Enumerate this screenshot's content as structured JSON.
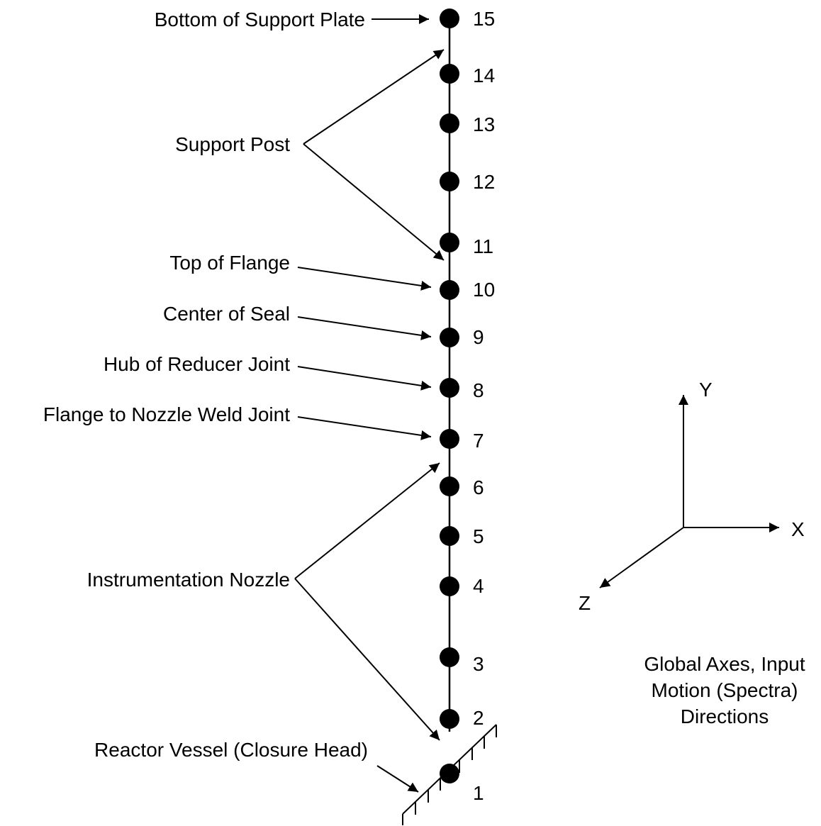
{
  "nodes": [
    {
      "id": "1",
      "label": "1"
    },
    {
      "id": "2",
      "label": "2"
    },
    {
      "id": "3",
      "label": "3"
    },
    {
      "id": "4",
      "label": "4"
    },
    {
      "id": "5",
      "label": "5"
    },
    {
      "id": "6",
      "label": "6"
    },
    {
      "id": "7",
      "label": "7"
    },
    {
      "id": "8",
      "label": "8"
    },
    {
      "id": "9",
      "label": "9"
    },
    {
      "id": "10",
      "label": "10"
    },
    {
      "id": "11",
      "label": "11"
    },
    {
      "id": "12",
      "label": "12"
    },
    {
      "id": "13",
      "label": "13"
    },
    {
      "id": "14",
      "label": "14"
    },
    {
      "id": "15",
      "label": "15"
    }
  ],
  "labels": {
    "bottom_support_plate": "Bottom of Support Plate",
    "support_post": "Support Post",
    "top_of_flange": "Top of Flange",
    "center_of_seal": "Center of Seal",
    "hub_reducer_joint": "Hub of Reducer Joint",
    "flange_nozzle_weld": "Flange to Nozzle Weld Joint",
    "instrumentation_nozzle": "Instrumentation Nozzle",
    "reactor_vessel": "Reactor Vessel (Closure Head)"
  },
  "axes": {
    "y_label": "Y",
    "x_label": "X",
    "z_label": "Z",
    "caption_lines": [
      "Global Axes, Input",
      "Motion (Spectra)",
      "Directions"
    ]
  },
  "colors": {
    "ink": "#000000",
    "background": "#ffffff"
  }
}
